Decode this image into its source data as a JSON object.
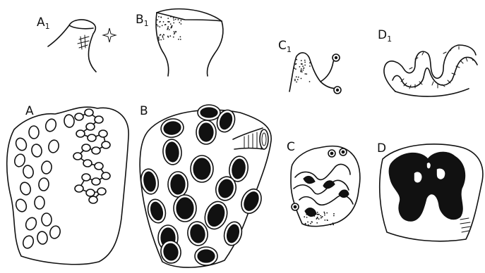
{
  "figure": {
    "labels": {
      "A1": {
        "main": "A",
        "sub": "1"
      },
      "B1": {
        "main": "B",
        "sub": "1"
      },
      "C1": {
        "main": "C",
        "sub": "1"
      },
      "D1": {
        "main": "D",
        "sub": "1"
      },
      "A": "A",
      "B": "B",
      "C": "C",
      "D": "D"
    },
    "colors": {
      "ink": "#111111",
      "paper": "#ffffff"
    }
  }
}
